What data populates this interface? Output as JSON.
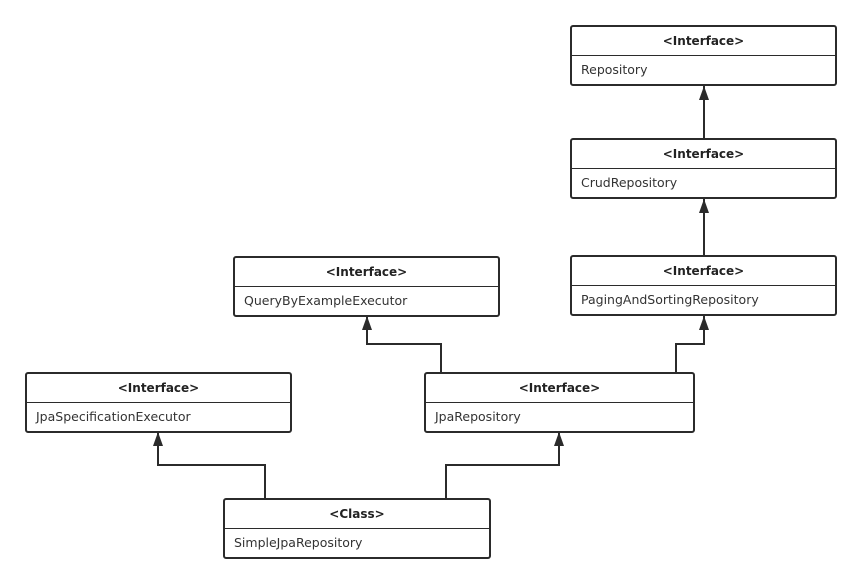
{
  "diagram": {
    "boxes": {
      "repository": {
        "stereotype": "<Interface>",
        "name": "Repository"
      },
      "crud_repository": {
        "stereotype": "<Interface>",
        "name": "CrudRepository"
      },
      "paging_and_sorting_repository": {
        "stereotype": "<Interface>",
        "name": "PagingAndSortingRepository"
      },
      "query_by_example_executor": {
        "stereotype": "<Interface>",
        "name": "QueryByExampleExecutor"
      },
      "jpa_specification_executor": {
        "stereotype": "<Interface>",
        "name": "JpaSpecificationExecutor"
      },
      "jpa_repository": {
        "stereotype": "<Interface>",
        "name": "JpaRepository"
      },
      "simple_jpa_repository": {
        "stereotype": "<Class>",
        "name": "SimpleJpaRepository"
      }
    },
    "edges": [
      {
        "from": "crud_repository",
        "to": "repository",
        "kind": "inheritance"
      },
      {
        "from": "paging_and_sorting_repository",
        "to": "crud_repository",
        "kind": "inheritance"
      },
      {
        "from": "jpa_repository",
        "to": "paging_and_sorting_repository",
        "kind": "inheritance"
      },
      {
        "from": "jpa_repository",
        "to": "query_by_example_executor",
        "kind": "inheritance"
      },
      {
        "from": "simple_jpa_repository",
        "to": "jpa_repository",
        "kind": "implementation"
      },
      {
        "from": "simple_jpa_repository",
        "to": "jpa_specification_executor",
        "kind": "implementation"
      }
    ],
    "colors": {
      "stroke": "#2b2b2b",
      "text": "#333333",
      "background": "#ffffff"
    }
  }
}
